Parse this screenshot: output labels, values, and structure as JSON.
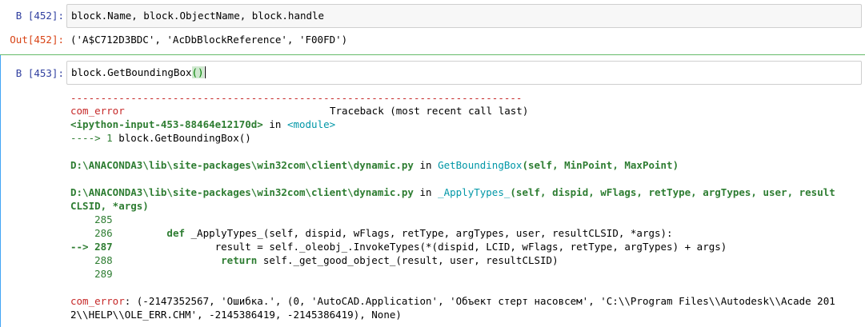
{
  "cells": [
    {
      "in_prompt": "В [452]:",
      "code": "block.Name, block.ObjectName, block.handle",
      "out_prompt": "Out[452]:",
      "output": "('A$C712D3BDC', 'AcDbBlockReference', 'F00FD')"
    },
    {
      "in_prompt": "В [453]:",
      "code_prefix": "block.GetBoundingBox",
      "code_open": "(",
      "code_close": ")"
    }
  ],
  "traceback": {
    "separator": "---------------------------------------------------------------------------",
    "error_name": "com_error",
    "traceback_header": "Traceback (most recent call last)",
    "frame1_file": "<ipython-input-453-88464e12170d>",
    "frame1_in": " in ",
    "frame1_module": "<module>",
    "frame1_arrow": "----> 1 ",
    "frame1_code": "block.GetBoundingBox()",
    "frame2_file": "D:\\ANACONDA3\\lib\\site-packages\\win32com\\client\\dynamic.py",
    "frame2_in": " in ",
    "frame2_func": "GetBoundingBox",
    "frame2_args": "(self, MinPoint, MaxPoint)",
    "frame3_file": "D:\\ANACONDA3\\lib\\site-packages\\win32com\\client\\dynamic.py",
    "frame3_in": " in ",
    "frame3_func": "_ApplyTypes_",
    "frame3_args_line1": "(self, dispid, wFlags, retType, argTypes, user, result",
    "frame3_args_line2": "CLSID, *args)",
    "src_285": "    285",
    "src_286": "    286         ",
    "src_286_def": "def",
    "src_286_rest": " _ApplyTypes_(self, dispid, wFlags, retType, argTypes, user, resultCLSID, *args):",
    "src_287_arrow": "--> 287",
    "src_287_code": "                 result = self._oleobj_.InvokeTypes(*(dispid, LCID, wFlags, retType, argTypes) + args)",
    "src_288": "    288                  ",
    "src_288_return": "return",
    "src_288_rest": " self._get_good_object_(result, user, resultCLSID)",
    "src_289": "    289",
    "final_error_name": "com_error",
    "final_error_line1": ": (-2147352567, 'Ошибка.', (0, 'AutoCAD.Application', 'Объект стерт насовсем', 'C:\\\\Program Files\\\\Autodesk\\\\Acade 201",
    "final_error_line2": "2\\\\HELP\\\\OLE_ERR.CHM', -2145386419, -2145386419), None)"
  }
}
